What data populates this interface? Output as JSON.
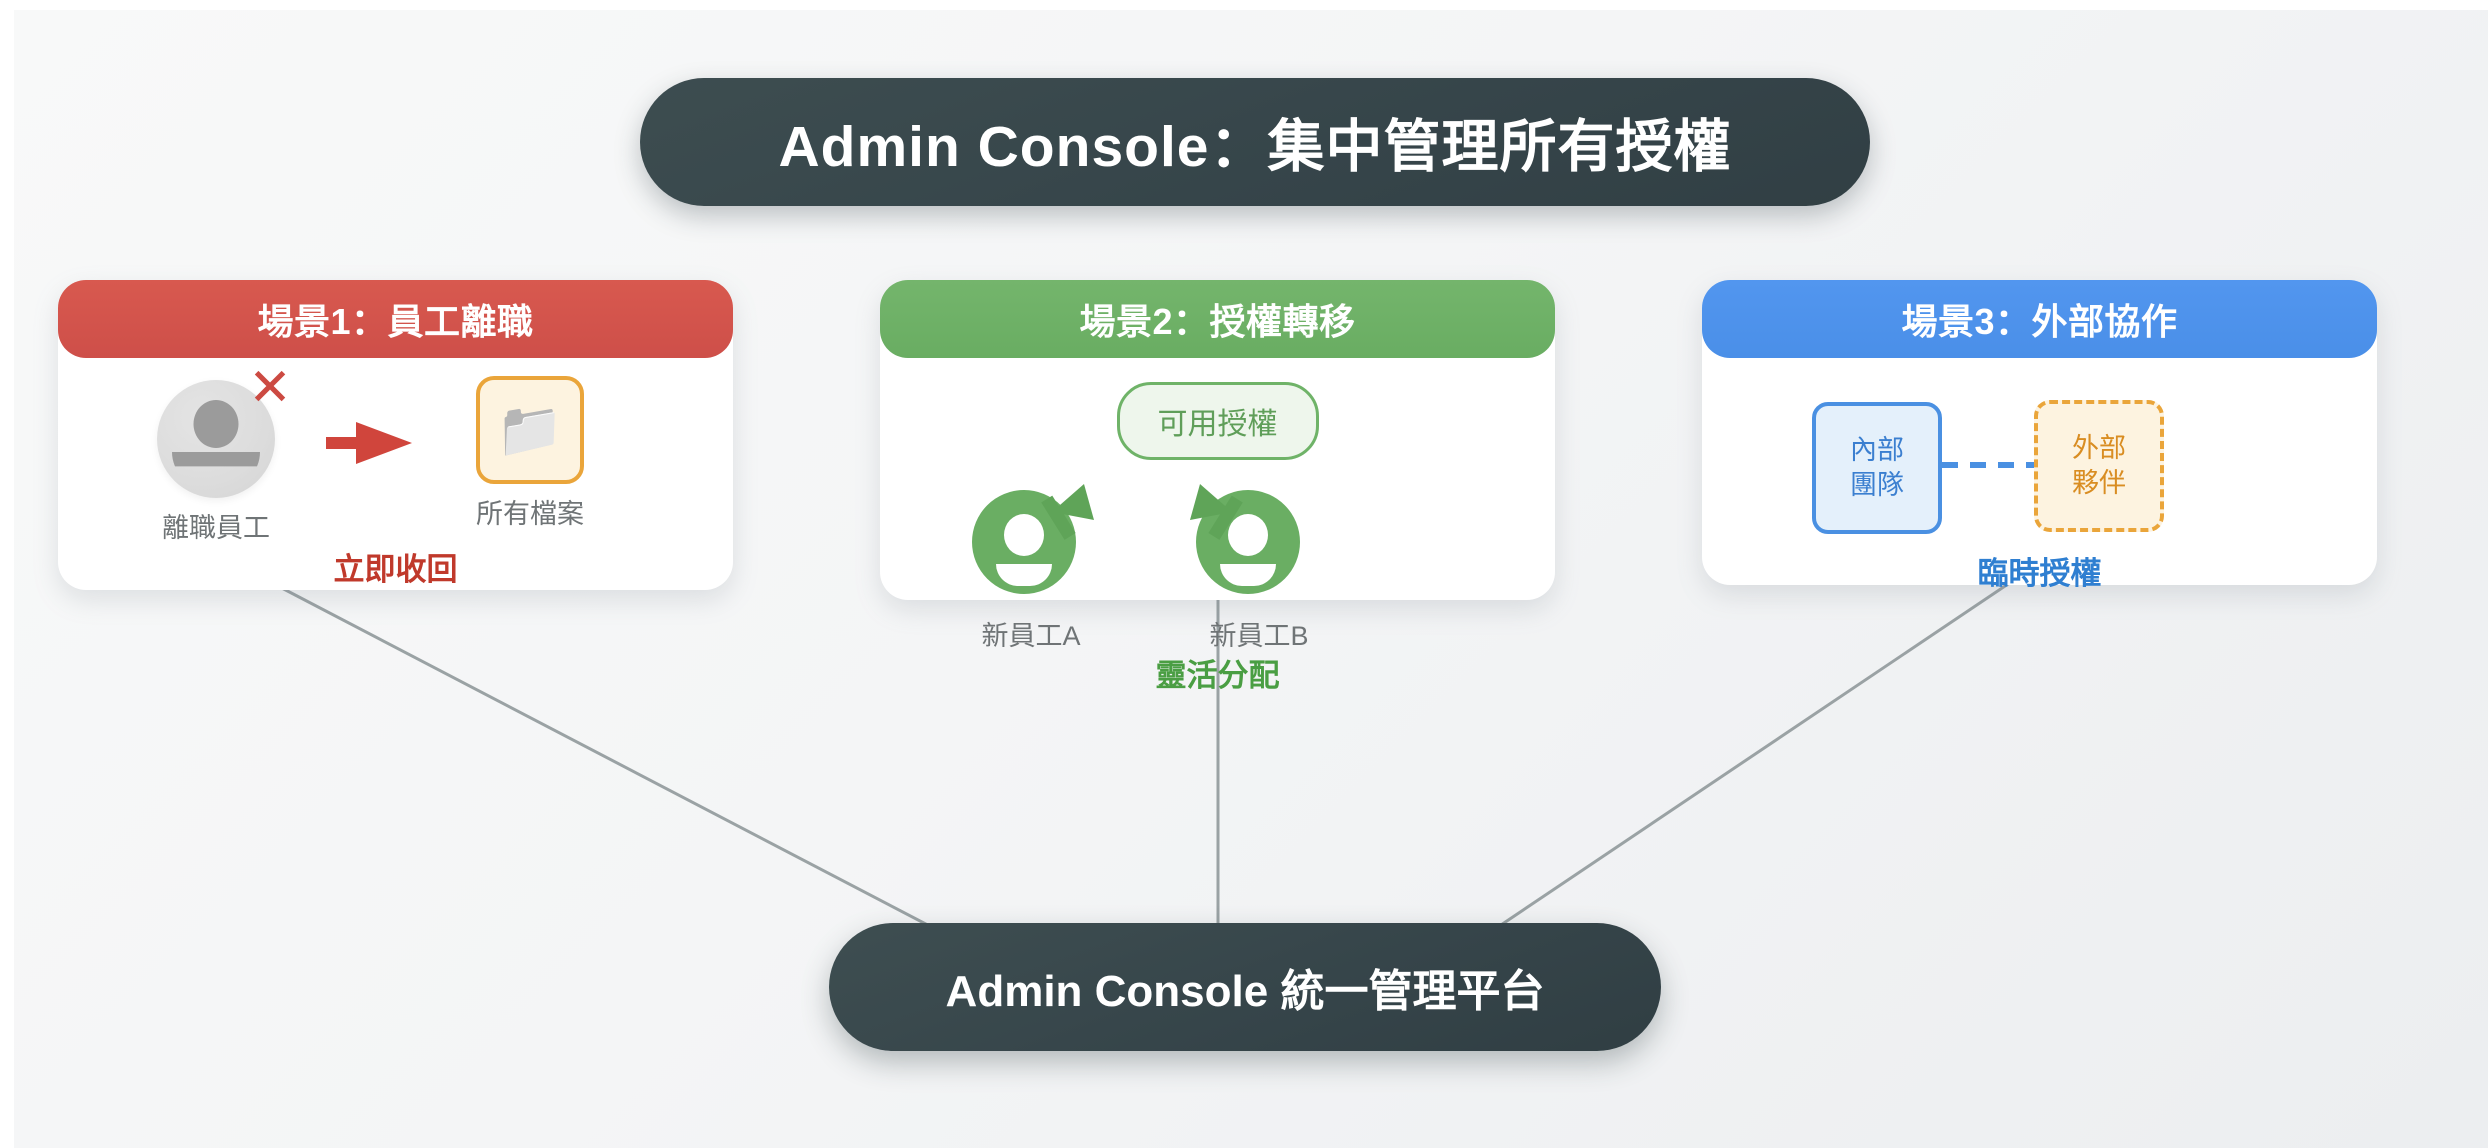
{
  "header": {
    "title": "Admin Console：集中管理所有授權"
  },
  "footer_node": {
    "title": "Admin Console 統一管理平台"
  },
  "colors": {
    "scenario1": "#d9534f",
    "scenario2": "#6fb368",
    "scenario3": "#4a90e2",
    "accent_orange": "#eaa53a",
    "dark_pill": "#36454a",
    "canvas": "#f4f5f6"
  },
  "cards": [
    {
      "header": "場景1：員工離職",
      "nodes": [
        {
          "icon": "user-avatar-icon",
          "label": "離職員工"
        },
        {
          "icon": "folder-icon",
          "label": "所有檔案"
        }
      ],
      "marks": {
        "revoke": "✕",
        "arrow": "arrow-right-icon"
      },
      "footer": "立即收回"
    },
    {
      "header": "場景2：授權轉移",
      "pill": "可用授權",
      "nodes": [
        {
          "icon": "user-green-icon",
          "label": "新員工A"
        },
        {
          "icon": "user-green-icon",
          "label": "新員工B"
        }
      ],
      "footer": "靈活分配"
    },
    {
      "header": "場景3：外部協作",
      "nodes": [
        {
          "icon": "internal-team-box",
          "label": "內部\n團隊",
          "line1": "內部",
          "line2": "團隊"
        },
        {
          "icon": "external-partner-box",
          "label": "外部\n夥伴",
          "line1": "外部",
          "line2": "夥伴"
        }
      ],
      "connector": "dashed-link",
      "footer": "臨時授權"
    }
  ]
}
